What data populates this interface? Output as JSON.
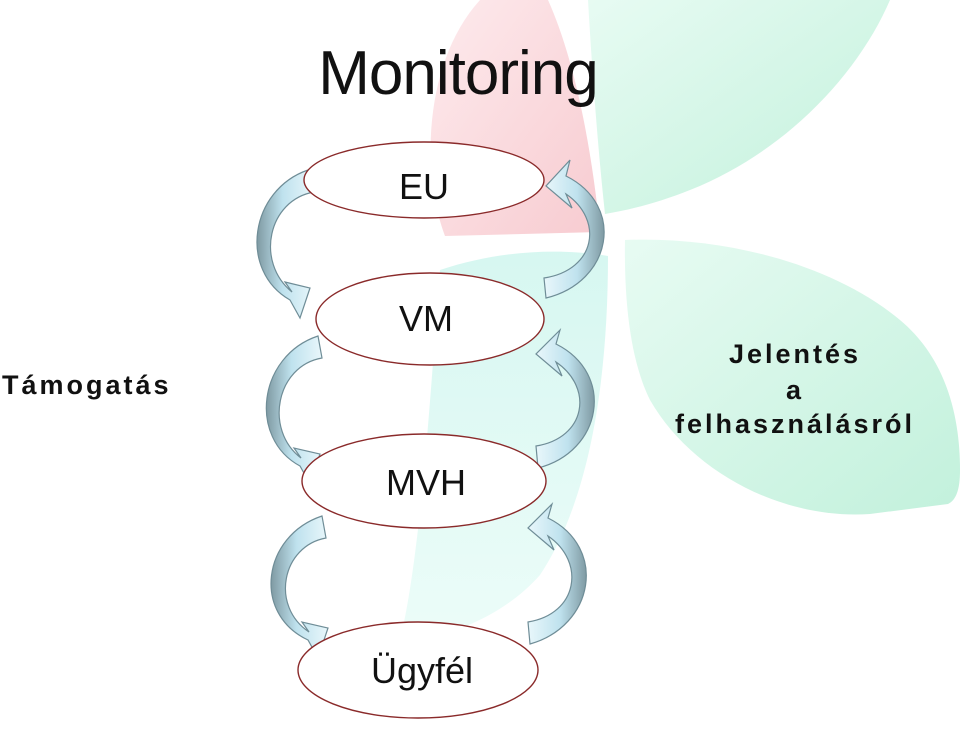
{
  "title": "Monitoring",
  "nodes": {
    "eu": "EU",
    "vm": "VM",
    "mvh": "MVH",
    "ugyfel": "Ügyfél"
  },
  "left_label": "Támogatás",
  "right_label": {
    "line1": "Jelentés",
    "line2": "a",
    "line3": "felhasználásról"
  },
  "colors": {
    "ellipse_stroke": "#8a2a2a",
    "arrow_fill": "#a9d3e3",
    "arrow_shade": "#7c9aa4",
    "petal_red": "#f7c9cd",
    "petal_green": "#c9f2e0",
    "petal_cyan": "#d6f7f5"
  }
}
